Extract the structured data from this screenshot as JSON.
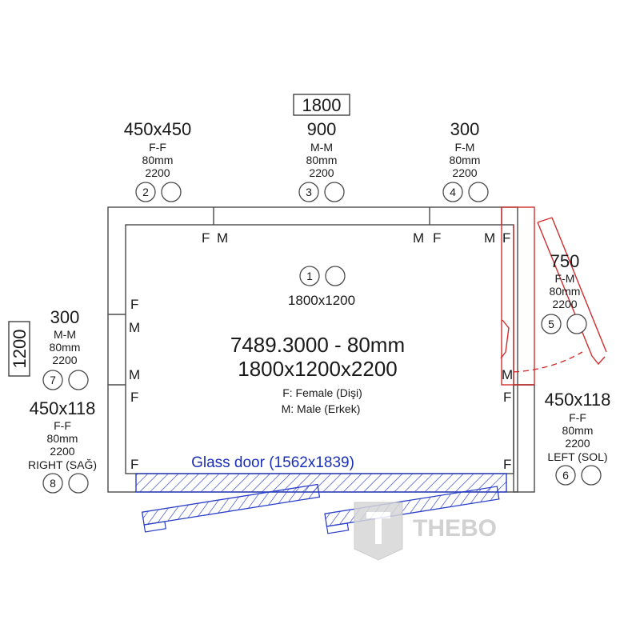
{
  "dimensions": {
    "width_label": "1800",
    "height_label": "1200"
  },
  "panels": [
    {
      "num": "1",
      "lines": [
        "1800x1200"
      ]
    },
    {
      "num": "2",
      "lines": [
        "450x450",
        "F-F",
        "80mm",
        "2200"
      ]
    },
    {
      "num": "3",
      "lines": [
        "900",
        "M-M",
        "80mm",
        "2200"
      ]
    },
    {
      "num": "4",
      "lines": [
        "300",
        "F-M",
        "80mm",
        "2200"
      ]
    },
    {
      "num": "5",
      "lines": [
        "750",
        "F-M",
        "80mm",
        "2200"
      ]
    },
    {
      "num": "6",
      "lines": [
        "450x118",
        "F-F",
        "80mm",
        "2200",
        "LEFT (SOL)"
      ]
    },
    {
      "num": "7",
      "lines": [
        "300",
        "M-M",
        "80mm",
        "2200"
      ]
    },
    {
      "num": "8",
      "lines": [
        "450x118",
        "F-F",
        "80mm",
        "2200",
        "RIGHT (SAĞ)"
      ]
    }
  ],
  "center": {
    "code": "7489.3000 - 80mm",
    "size": "1800x1200x2200",
    "legend_f": "F: Female (Dişi)",
    "legend_m": "M: Male (Erkek)"
  },
  "joints": {
    "f": "F",
    "m": "M"
  },
  "glass_door": "Glass door (1562x1839)",
  "logo": "THEBO",
  "logo_mark": "T",
  "colors": {
    "wall": "#4a4a4a",
    "door_swing": "#d12c2c",
    "glass": "#2a3fc8",
    "logo": "#c9c9c9"
  }
}
